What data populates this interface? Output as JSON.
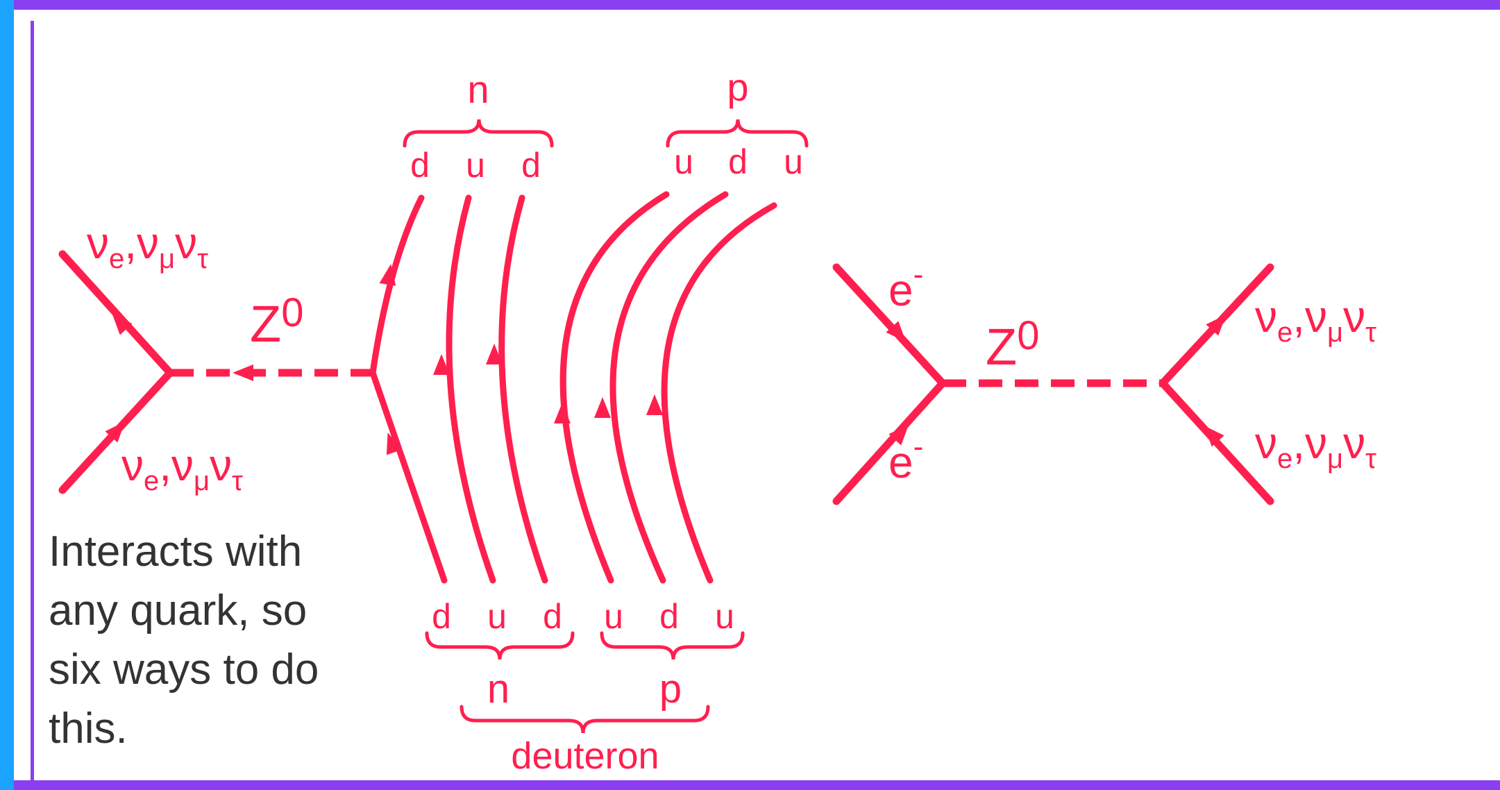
{
  "colors": {
    "diagram": "#ff1f4e",
    "frame_left": "#1aa3ff",
    "frame_purple": "#8a3ff0",
    "note_text": "#333333"
  },
  "left_diagram": {
    "neutrino_top": [
      "ν",
      "e",
      "ν",
      "μ",
      "ν",
      "τ"
    ],
    "neutrino_bottom": [
      "ν",
      "e",
      "ν",
      "μ",
      "ν",
      "τ"
    ],
    "boson": "Z",
    "boson_charge": "0",
    "top_neutron": {
      "label": "n",
      "quarks": [
        "d",
        "u",
        "d"
      ]
    },
    "top_proton": {
      "label": "p",
      "quarks": [
        "u",
        "d",
        "u"
      ]
    },
    "bottom_quarks": [
      "d",
      "u",
      "d",
      "u",
      "d",
      "u"
    ],
    "bottom_neutron_label": "n",
    "bottom_proton_label": "p",
    "deuteron_label": "deuteron",
    "note_lines": [
      "Interacts with",
      "any quark, so",
      "six ways to do",
      "this."
    ]
  },
  "right_diagram": {
    "electron_top": "e",
    "electron_top_charge": "-",
    "electron_bottom": "e",
    "electron_bottom_charge": "-",
    "boson": "Z",
    "boson_charge": "0",
    "neutrino_top": [
      "ν",
      "e",
      "ν",
      "μ",
      "ν",
      "τ"
    ],
    "neutrino_bottom": [
      "ν",
      "e",
      "ν",
      "μ",
      "ν",
      "τ"
    ]
  }
}
